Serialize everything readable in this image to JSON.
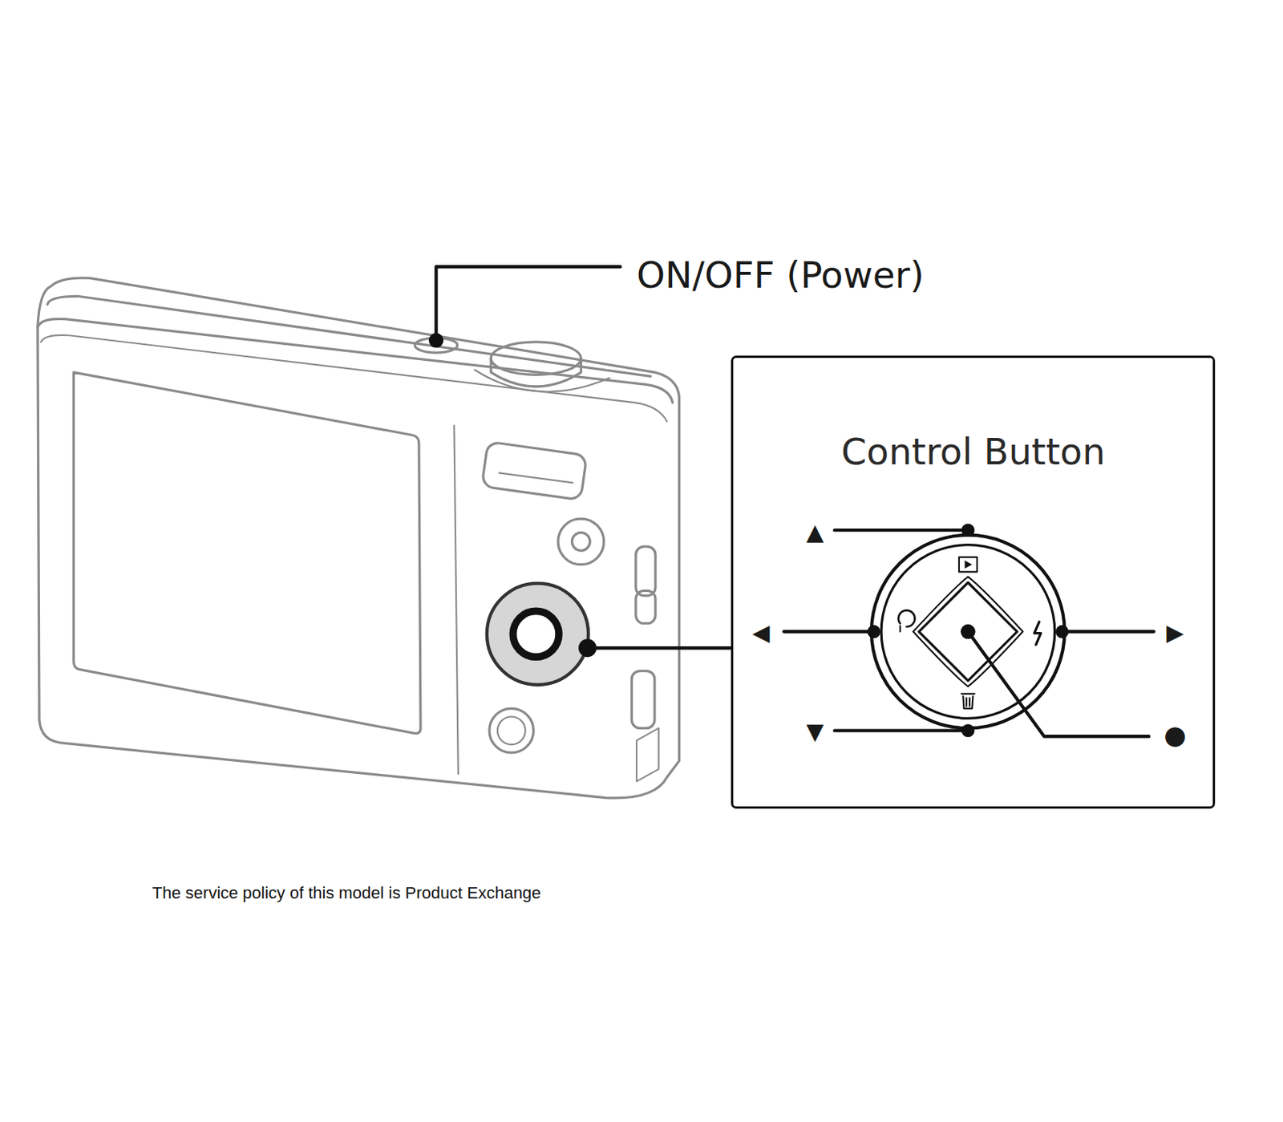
{
  "diagram": {
    "caption": "The service policy of this model is Product Exchange",
    "nodes": [
      {
        "text": [
          "Control Button"
        ]
      }
    ],
    "labels": [
      "ON/OFF (Power)",
      "▲",
      "◀",
      "▶",
      "▼",
      "●"
    ]
  }
}
